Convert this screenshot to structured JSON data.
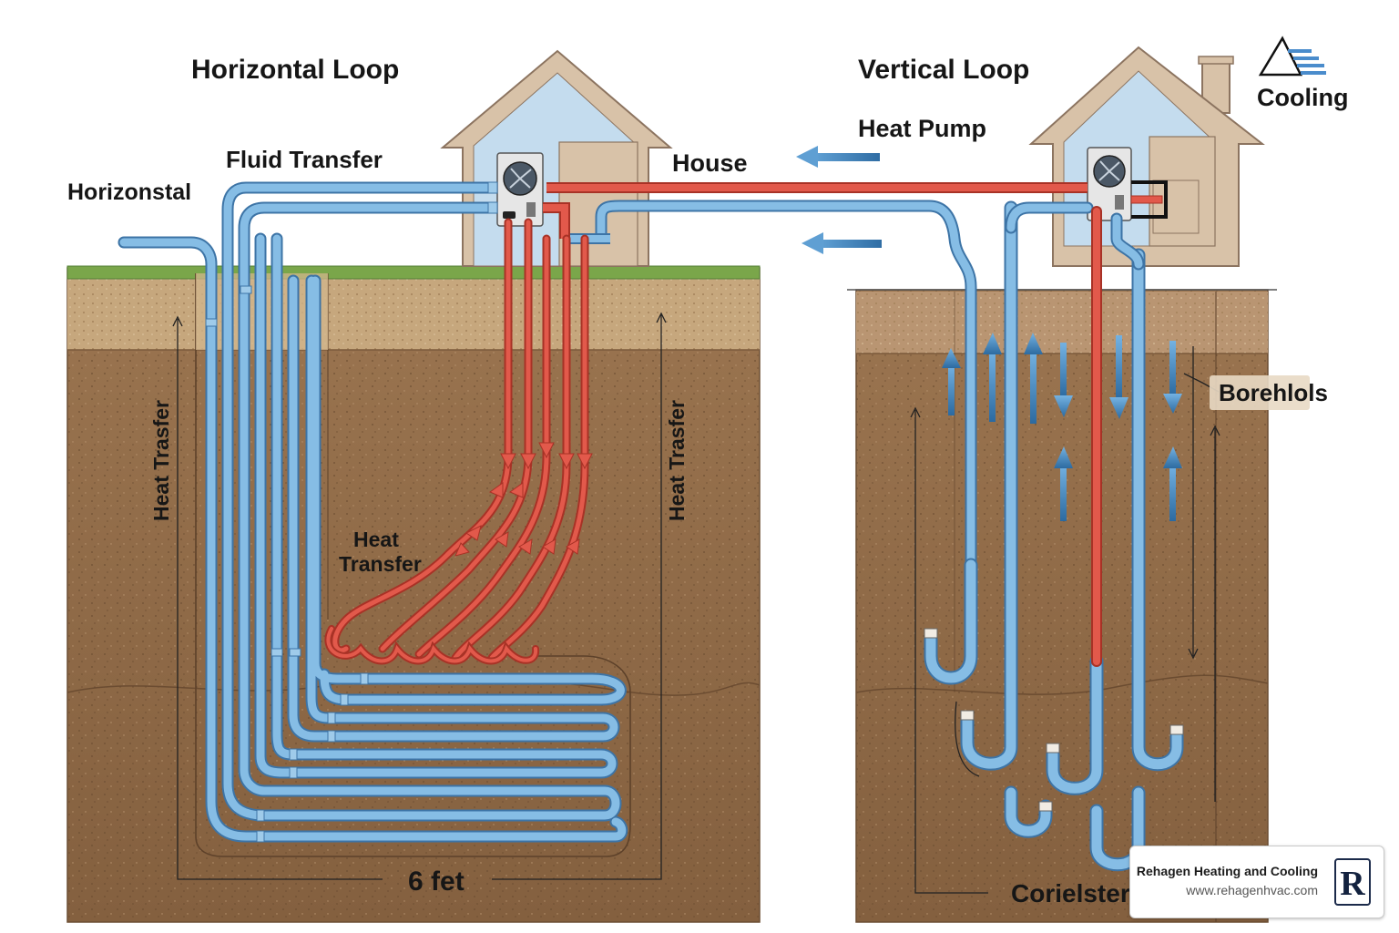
{
  "labels": {
    "horizontal_loop": "Horizontal Loop",
    "vertical_loop": "Vertical Loop",
    "fluid_transfer": "Fluid Transfer",
    "horizonstal": "Horizonstal",
    "house": "House",
    "heat_pump": "Heat Pump",
    "cooling": "Cooling",
    "heat_trasfer_left": "Heat Trasfer",
    "heat_trasfer_right": "Heat Trasfer",
    "heat_transfer_line1": "Heat",
    "heat_transfer_line2": "Transfer",
    "six_feet": "6 fet",
    "boreholes": "Borehlols",
    "corielster": "Corielster"
  },
  "brand": {
    "name": "Rehagen Heating and Cooling",
    "url": "www.rehagenhvac.com",
    "logo_letter": "R"
  },
  "colors": {
    "cold_pipe": "#7fb6e0",
    "cold_pipe_outline": "#3d74a6",
    "hot_pipe": "#e2594b",
    "hot_pipe_outline": "#a83226",
    "soil": "#8f6a48",
    "soil_top": "#c9aa80",
    "grass": "#7aa64a",
    "house_wall": "#d8c2a8",
    "house_window": "#c4dcee",
    "arrow_blue": "#5f9fd3"
  }
}
